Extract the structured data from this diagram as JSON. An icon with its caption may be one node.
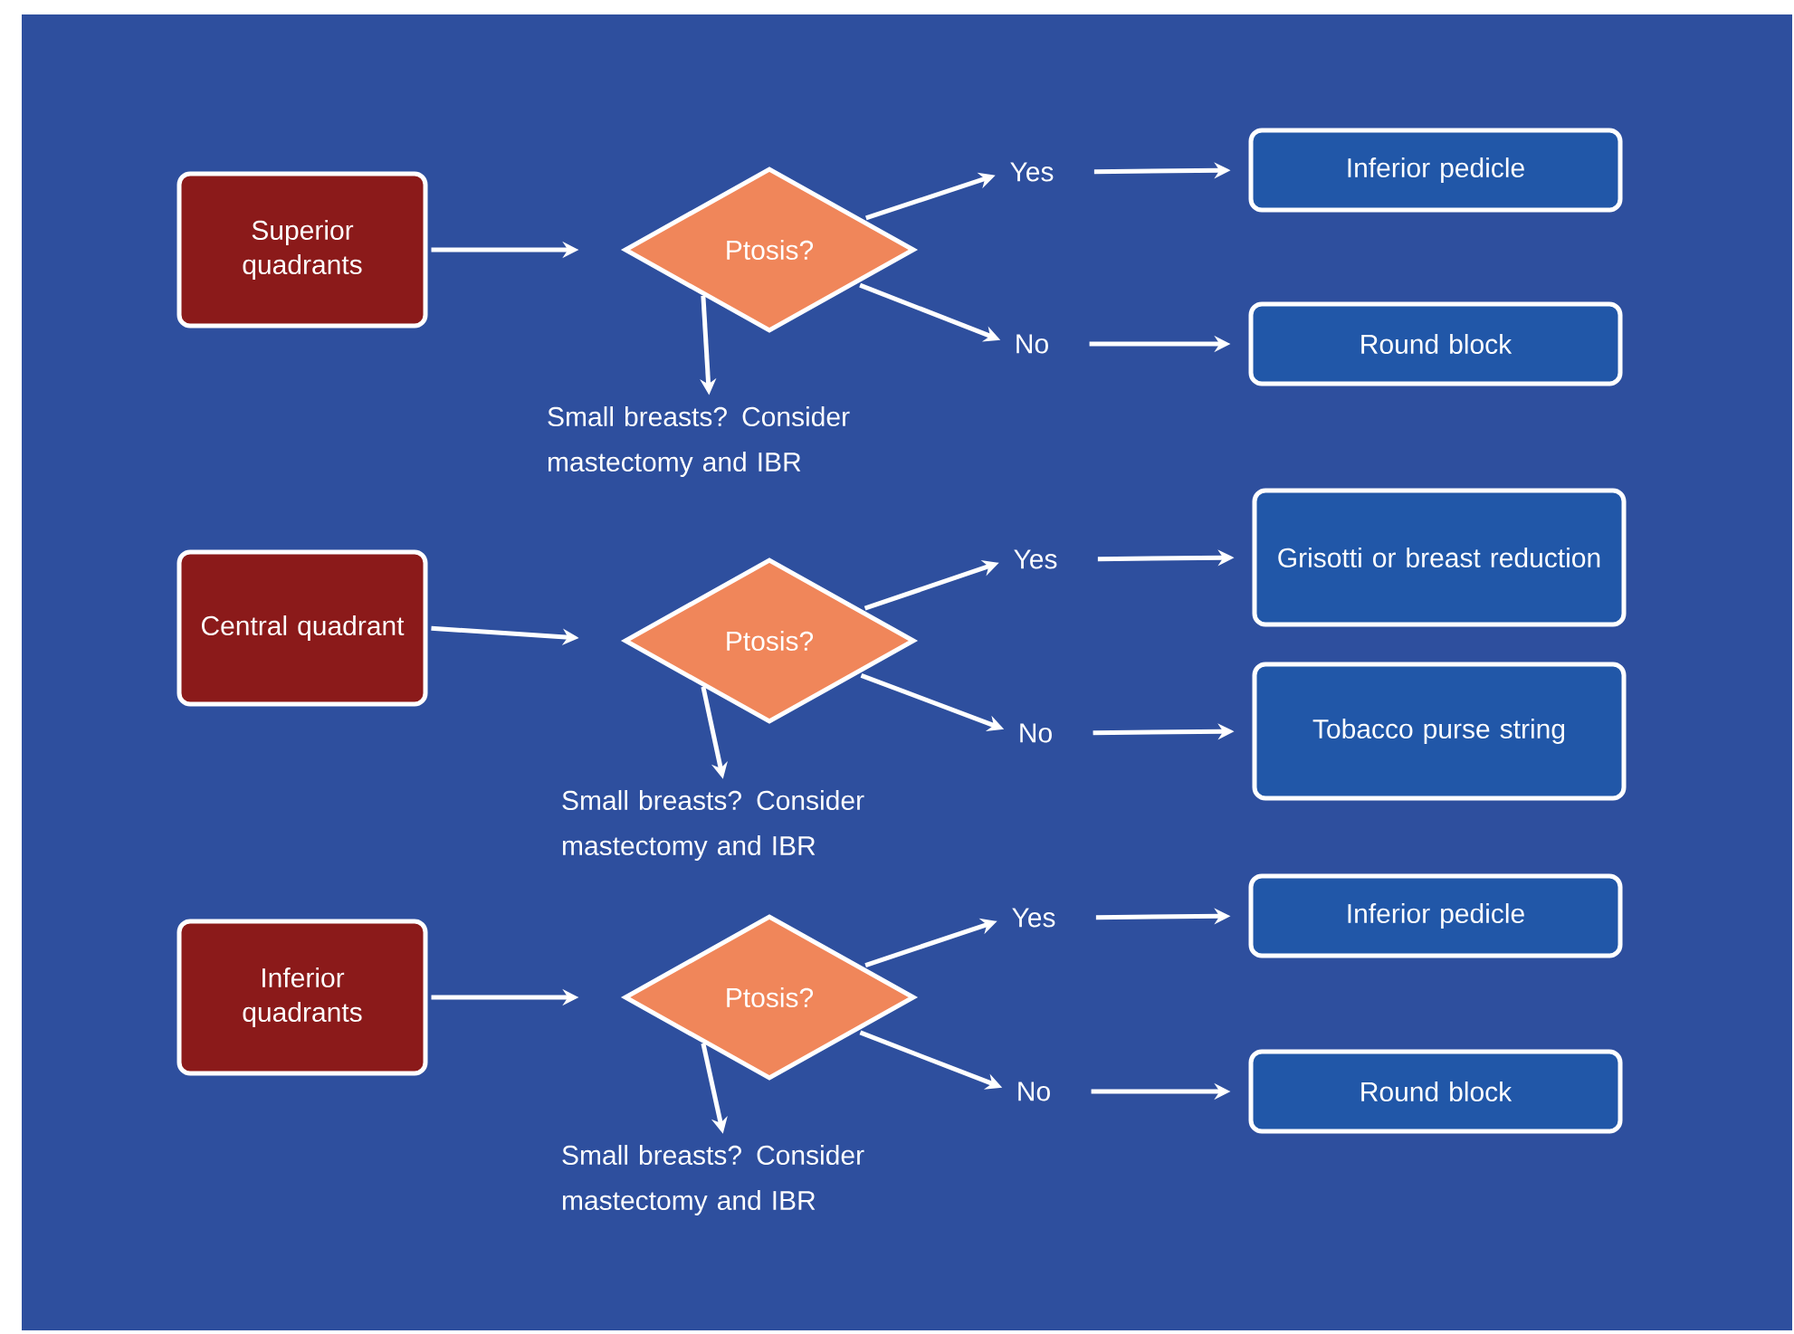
{
  "diagram": {
    "nodes": [
      {
        "text": [
          "Superior quadrants"
        ]
      },
      {
        "text": [
          "Ptosis?"
        ]
      },
      {
        "text": [
          "Yes"
        ]
      },
      {
        "text": [
          "Inferior pedicle"
        ]
      },
      {
        "text": [
          "No"
        ]
      },
      {
        "text": [
          "Round block"
        ]
      },
      {
        "text": [
          "Small breasts? Consider mastectomy and IBR"
        ]
      },
      {
        "text": [
          "Central quadrant"
        ]
      },
      {
        "text": [
          "Ptosis?"
        ]
      },
      {
        "text": [
          "Yes"
        ]
      },
      {
        "text": [
          "Grisotti or breast reduction"
        ]
      },
      {
        "text": [
          "No"
        ]
      },
      {
        "text": [
          "Tobacco purse string"
        ]
      },
      {
        "text": [
          "Small breasts? Consider mastectomy and IBR"
        ]
      },
      {
        "text": [
          "Inferior quadrants"
        ]
      },
      {
        "text": [
          "Ptosis?"
        ]
      },
      {
        "text": [
          "Yes"
        ]
      },
      {
        "text": [
          "Inferior pedicle"
        ]
      },
      {
        "text": [
          "No"
        ]
      },
      {
        "text": [
          "Round block"
        ]
      },
      {
        "text": [
          "Small breasts? Consider mastectomy and IBR"
        ]
      }
    ],
    "edges": [
      {
        "from": 0,
        "to": 1,
        "arrow": "to"
      },
      {
        "from": 1,
        "to": 2,
        "arrow": "to"
      },
      {
        "from": 2,
        "to": 3,
        "arrow": "to"
      },
      {
        "from": 1,
        "to": 4,
        "arrow": "to"
      },
      {
        "from": 4,
        "to": 5,
        "arrow": "to"
      },
      {
        "from": 1,
        "to": 6,
        "arrow": "to"
      },
      {
        "from": 7,
        "to": 8,
        "arrow": "to"
      },
      {
        "from": 8,
        "to": 9,
        "arrow": "to"
      },
      {
        "from": 9,
        "to": 10,
        "arrow": "to"
      },
      {
        "from": 8,
        "to": 11,
        "arrow": "to"
      },
      {
        "from": 11,
        "to": 12,
        "arrow": "to"
      },
      {
        "from": 8,
        "to": 13,
        "arrow": "to"
      },
      {
        "from": 14,
        "to": 15,
        "arrow": "to"
      },
      {
        "from": 15,
        "to": 16,
        "arrow": "to"
      },
      {
        "from": 16,
        "to": 17,
        "arrow": "to"
      },
      {
        "from": 15,
        "to": 18,
        "arrow": "to"
      },
      {
        "from": 18,
        "to": 19,
        "arrow": "to"
      },
      {
        "from": 15,
        "to": 20,
        "arrow": "to"
      }
    ]
  }
}
